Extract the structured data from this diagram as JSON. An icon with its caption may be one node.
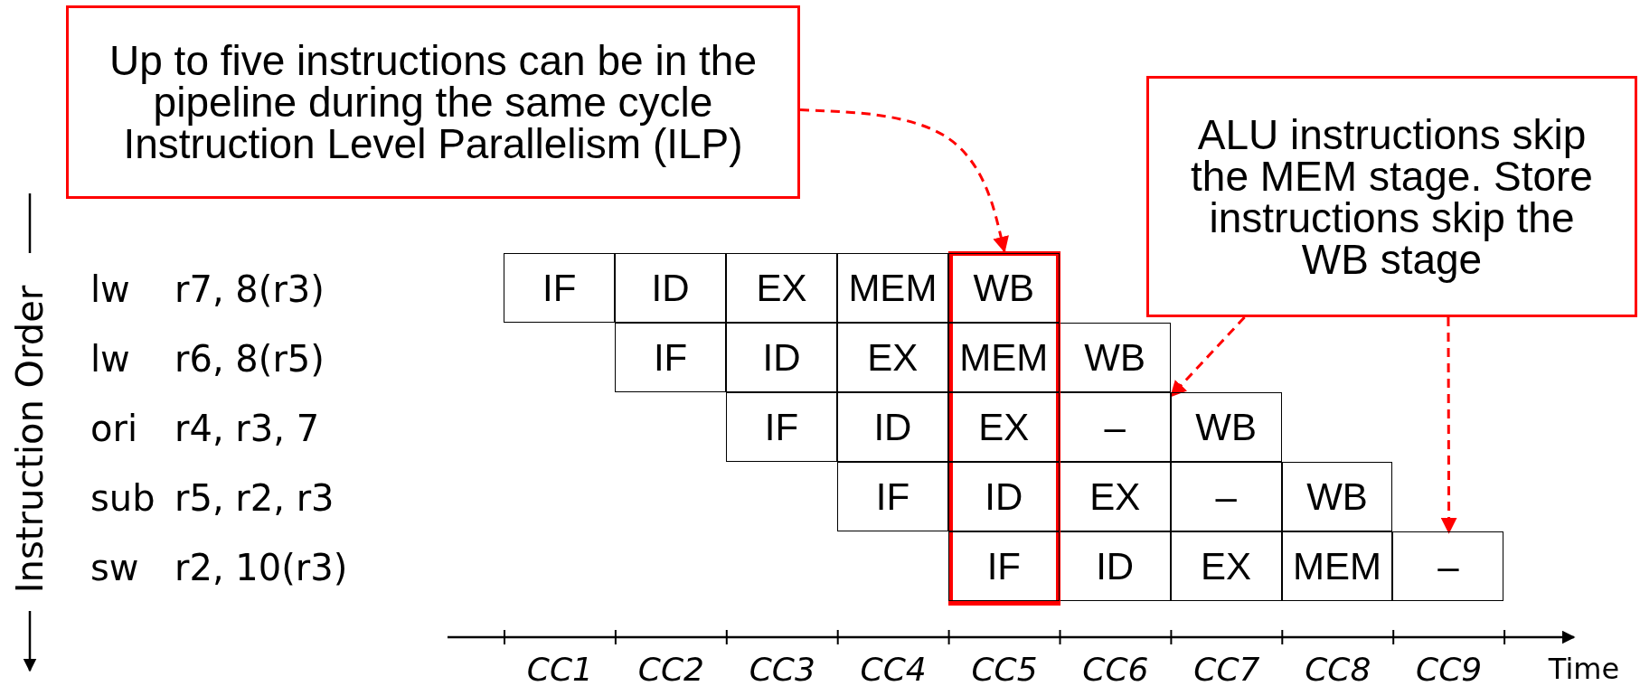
{
  "diagram": {
    "nodes": [
      {
        "text": [
          "Up to five instructions can be in the pipeline during the same cycle Instruction Level Parallelism (ILP)"
        ]
      },
      {
        "text": [
          "ALU instructions skip the MEM stage. Store instructions skip the WB stage"
        ]
      },
      {
        "text": [],
        "shape": "box"
      },
      {
        "text": [
          "IF"
        ]
      },
      {
        "text": [
          "ID"
        ]
      },
      {
        "text": [
          "EX"
        ]
      },
      {
        "text": [
          "MEM"
        ]
      },
      {
        "text": [
          "WB"
        ],
        "in": 2
      },
      {
        "text": [
          "IF"
        ]
      },
      {
        "text": [
          "ID"
        ]
      },
      {
        "text": [
          "EX"
        ]
      },
      {
        "text": [
          "MEM"
        ],
        "in": 2
      },
      {
        "text": [
          "WB"
        ]
      },
      {
        "text": [
          "IF"
        ]
      },
      {
        "text": [
          "ID"
        ]
      },
      {
        "text": [
          "EX"
        ],
        "in": 2
      },
      {
        "text": [
          "–"
        ]
      },
      {
        "text": [
          "WB"
        ]
      },
      {
        "text": [
          "IF"
        ]
      },
      {
        "text": [
          "ID"
        ],
        "in": 2
      },
      {
        "text": [
          "EX"
        ]
      },
      {
        "text": [
          "–"
        ]
      },
      {
        "text": [
          "WB"
        ]
      },
      {
        "text": [
          "IF"
        ],
        "in": 2
      },
      {
        "text": [
          "ID"
        ]
      },
      {
        "text": [
          "EX"
        ]
      },
      {
        "text": [
          "MEM"
        ]
      },
      {
        "text": [
          "–"
        ]
      }
    ],
    "edges": [
      {
        "from": 0,
        "to": 2,
        "arrow": "to",
        "style": "dashed"
      },
      {
        "from": 1,
        "to": 16,
        "arrow": "to",
        "style": "dashed"
      },
      {
        "from": 1,
        "to": 27,
        "arrow": "to",
        "style": "dashed"
      }
    ],
    "labels": [
      "Instruction Order",
      "lw",
      "r7, 8(r3)",
      "lw",
      "r6, 8(r5)",
      "ori",
      "r4, r3, 7",
      "sub",
      "r5, r2, r3",
      "sw",
      "r2, 10(r3)",
      "CC1",
      "CC2",
      "CC3",
      "CC4",
      "CC5",
      "CC6",
      "CC7",
      "CC8",
      "CC9",
      "Time"
    ]
  }
}
